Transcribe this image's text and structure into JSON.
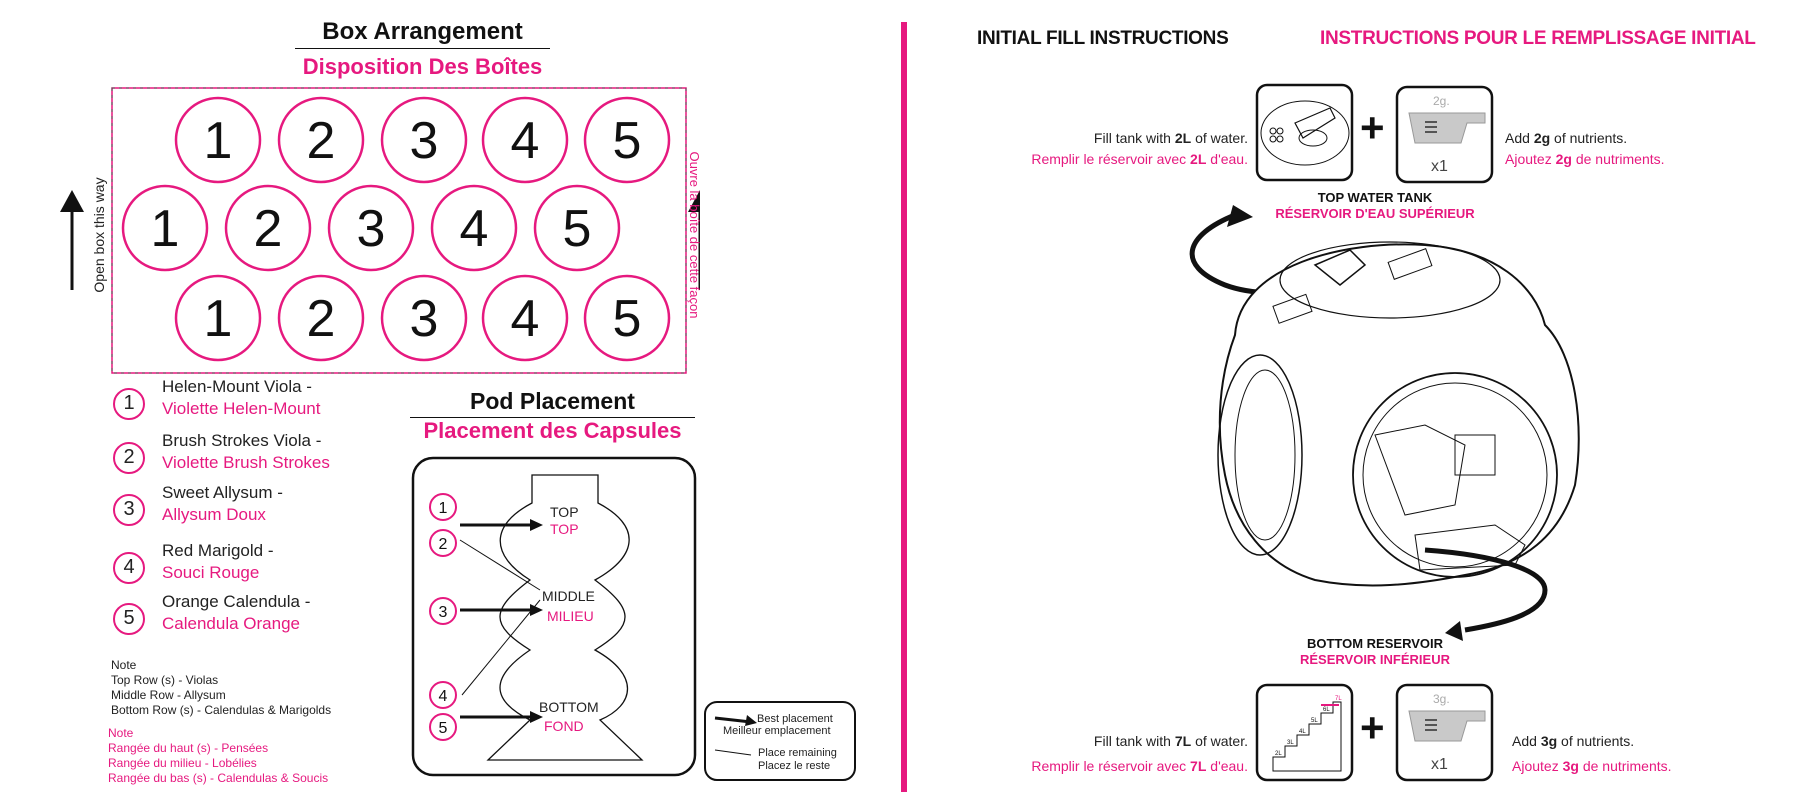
{
  "colors": {
    "accent": "#e6197f",
    "ink": "#111111"
  },
  "box": {
    "title_en": "Box Arrangement",
    "title_fr": "Disposition Des Boîtes",
    "rows": [
      [
        "1",
        "2",
        "3",
        "4",
        "5"
      ],
      [
        "1",
        "2",
        "3",
        "4",
        "5"
      ],
      [
        "1",
        "2",
        "3",
        "4",
        "5"
      ]
    ],
    "open_en": "Open box this way",
    "open_fr": "Ouvre la boîte de cette façon"
  },
  "legend": [
    {
      "num": "1",
      "en": "Helen-Mount Viola -",
      "fr": "Violette Helen-Mount"
    },
    {
      "num": "2",
      "en": "Brush Strokes Viola -",
      "fr": "Violette Brush Strokes"
    },
    {
      "num": "3",
      "en": "Sweet Allysum -",
      "fr": "Allysum Doux"
    },
    {
      "num": "4",
      "en": "Red Marigold -",
      "fr": "Souci Rouge"
    },
    {
      "num": "5",
      "en": "Orange Calendula -",
      "fr": "Calendula Orange"
    }
  ],
  "notes": {
    "en": [
      "Note",
      "Top Row (s) - Violas",
      "Middle Row - Allysum",
      "Bottom Row (s) - Calendulas & Marigolds"
    ],
    "fr": [
      "Note",
      "Rangée du haut (s) - Pensées",
      "Rangée du milieu - Lobélies",
      "Rangée du bas (s) - Calendulas & Soucis"
    ]
  },
  "pod": {
    "title_en": "Pod Placement",
    "title_fr": "Placement des Capsules",
    "numbers": [
      "1",
      "2",
      "3",
      "4",
      "5"
    ],
    "top_en": "TOP",
    "top_fr": "TOP",
    "middle_en": "MIDDLE",
    "middle_fr": "MILIEU",
    "bottom_en": "BOTTOM",
    "bottom_fr": "FOND",
    "key_best_en": "Best placement",
    "key_best_fr": "Meilleur emplacement",
    "key_rest_en": "Place remaining",
    "key_rest_fr": "Placez le reste"
  },
  "fill": {
    "title_en": "INITIAL FILL INSTRUCTIONS",
    "title_fr": "INSTRUCTIONS POUR LE REMPLISSAGE INITIAL",
    "top": {
      "water_en_pre": "Fill tank with ",
      "water_en_val": "2L",
      "water_en_post": " of water.",
      "water_fr_pre": "Remplir le réservoir avec ",
      "water_fr_val": "2L",
      "water_fr_post": " d'eau.",
      "nut_en_pre": "Add ",
      "nut_en_val": "2g",
      "nut_en_post": " of nutrients.",
      "nut_fr_pre": "Ajoutez ",
      "nut_fr_val": "2g",
      "nut_fr_post": " de nutriments.",
      "scoop": "2g.",
      "qty": "x1",
      "label_en": "TOP WATER TANK",
      "label_fr": "RÉSERVOIR D'EAU SUPÉRIEUR"
    },
    "bottom": {
      "water_en_pre": "Fill tank with ",
      "water_en_val": "7L",
      "water_en_post": " of water.",
      "water_fr_pre": "Remplir le réservoir avec ",
      "water_fr_val": "7L",
      "water_fr_post": " d'eau.",
      "nut_en_pre": "Add ",
      "nut_en_val": "3g",
      "nut_en_post": " of nutrients.",
      "nut_fr_pre": "Ajoutez ",
      "nut_fr_val": "3g",
      "nut_fr_post": " de nutriments.",
      "scoop": "3g.",
      "qty": "x1",
      "label_en": "BOTTOM RESERVOIR",
      "label_fr": "RÉSERVOIR INFÉRIEUR",
      "steps": [
        "2L",
        "3L",
        "4L",
        "5L",
        "6L",
        "7L"
      ]
    }
  }
}
